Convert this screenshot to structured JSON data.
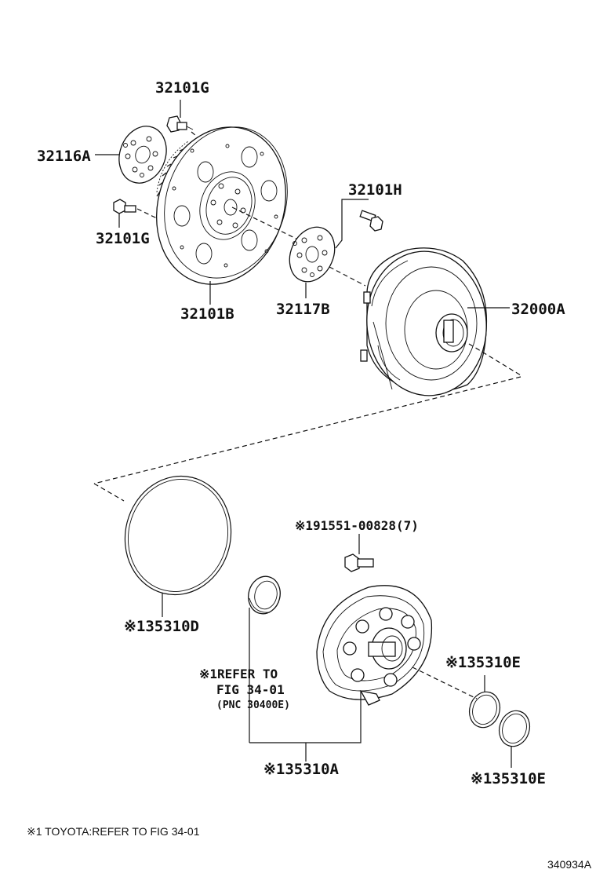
{
  "parts": {
    "bolt_top": "32101G",
    "drive_plate_front": "32116A",
    "bolt_left": "32101G",
    "flywheel": "32101B",
    "bolt_right": "32101H",
    "drive_plate_rear": "32117B",
    "torque_converter": "32000A",
    "o_ring_large": "※135310D",
    "pump_bolt": "※191551-00828(7)",
    "ring_e_upper": "※135310E",
    "ring_e_lower": "※135310E",
    "pump_assembly": "※135310A"
  },
  "refer": {
    "line1": "※1REFER TO",
    "line2": "FIG 34-01",
    "line3": "(PNC 30400E)"
  },
  "footnote": "※1 TOYOTA:REFER TO FIG 34-01",
  "figure_id": "340934A"
}
